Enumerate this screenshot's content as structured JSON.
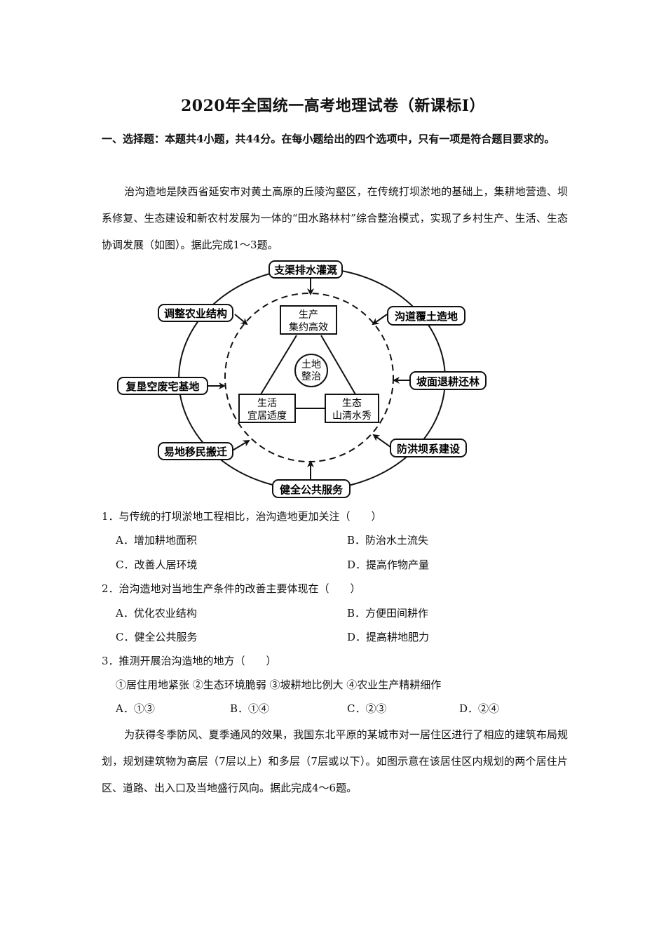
{
  "title": "2020年全国统一高考地理试卷（新课标Ⅰ）",
  "section_header": "一、选择题：本题共4小题，共44分。在每小题给出的四个选项中，只有一项是符合题目要求的。",
  "intro_1": "治沟造地是陕西省延安市对黄土高原的丘陵沟壑区，在传统打坝淤地的基础上，集耕地营造、坝系修复、生态建设和新农村发展为一体的“田水路林村”综合整治模式，实现了乡村生产、生活、生态协调发展（如图）。据此完成1～3题。",
  "diagram": {
    "outer_boxes": {
      "top": "支渠排水灌溉",
      "upper_left": "调整农业结构",
      "upper_right": "沟道覆土造地",
      "left": "复垦空废宅基地",
      "right": "坡面退耕还林",
      "lower_left": "易地移民搬迁",
      "lower_right": "防洪坝系建设",
      "bottom": "健全公共服务"
    },
    "inner": {
      "top_line1": "生产",
      "top_line2": "集约高效",
      "left_line1": "生活",
      "left_line2": "宜居适度",
      "right_line1": "生态",
      "right_line2": "山清水秀",
      "center_line1": "土地",
      "center_line2": "整治"
    }
  },
  "questions": [
    {
      "stem": "1．与传统的打坝淤地工程相比，治沟造地更加关注（　　）",
      "options": {
        "A": "A．增加耕地面积",
        "B": "B．防治水土流失",
        "C": "C．改善人居环境",
        "D": "D．提高作物产量"
      }
    },
    {
      "stem": "2．治沟造地对当地生产条件的改善主要体现在（　　）",
      "options": {
        "A": "A．优化农业结构",
        "B": "B．方便田间耕作",
        "C": "C．健全公共服务",
        "D": "D．提高耕地肥力"
      }
    },
    {
      "stem": "3．推测开展治沟造地的地方（　　）",
      "statements": "①居住用地紧张 ②生态环境脆弱 ③坡耕地比例大 ④农业生产精耕细作",
      "options": {
        "A": "A．①③",
        "B": "B．①④",
        "C": "C．②③",
        "D": "D．②④"
      }
    }
  ],
  "intro_2": "为获得冬季防风、夏季通风的效果，我国东北平原的某城市对一居住区进行了相应的建筑布局规划，规划建筑物为高层（7层以上）和多层（7层或以下）。如图示意在该居住区内规划的两个居住片区、道路、出入口及当地盛行风向。据此完成4～6题。"
}
